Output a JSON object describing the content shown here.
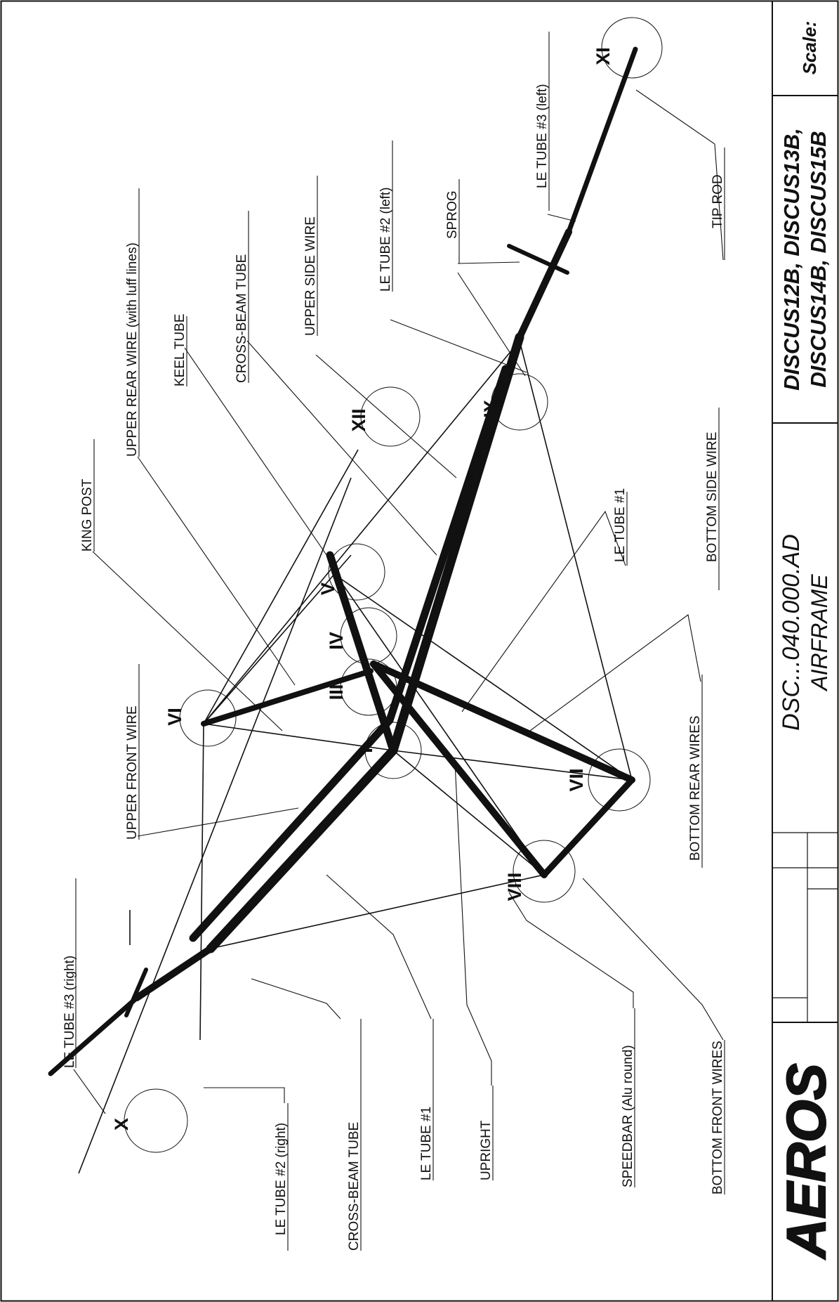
{
  "parts": {
    "le_tube_3_right": "LE TUBE #3 (right)",
    "le_tube_2_right": "LE TUBE #2 (right)",
    "cross_beam_tube_a": "CROSS-BEAM TUBE",
    "le_tube_1_a": "LE TUBE #1",
    "upright": "UPRIGHT",
    "speedbar": "SPEEDBAR (Alu round)",
    "bottom_front_wires": "BOTTOM FRONT WIRES",
    "upper_front_wire": "UPPER FRONT WIRE",
    "king_post": "KING POST",
    "upper_rear_wire": "UPPER REAR WIRE (with luff lines)",
    "keel_tube": "KEEL TUBE",
    "cross_beam_tube_b": "CROSS-BEAM TUBE",
    "upper_side_wire": "UPPER SIDE WIRE",
    "le_tube_2_left": "LE TUBE #2 (left)",
    "sprog": "SPROG",
    "le_tube_3_left": "LE TUBE #3 (left)",
    "tip_rod": "TIP ROD",
    "bottom_side_wire": "BOTTOM SIDE WIRE",
    "le_tube_1_b": "LE TUBE #1",
    "bottom_rear_wires": "BOTTOM REAR WIRES"
  },
  "details": {
    "d1": "I",
    "d3": "III",
    "d4": "IV",
    "d5": "V",
    "d6": "VI",
    "d7": "VII",
    "d8": "VIII",
    "d9": "IX",
    "d10": "X",
    "d11": "XI",
    "d12": "XII"
  },
  "title_block": {
    "logo": "AEROS",
    "drawing_number": "DSC...040.000.AD",
    "drawing_title": "AIRFRAME",
    "models_line1": "DISCUS12B, DISCUS13B,",
    "models_line2": "DISCUS14B, DISCUS15B",
    "scale_label": "Scale:"
  }
}
